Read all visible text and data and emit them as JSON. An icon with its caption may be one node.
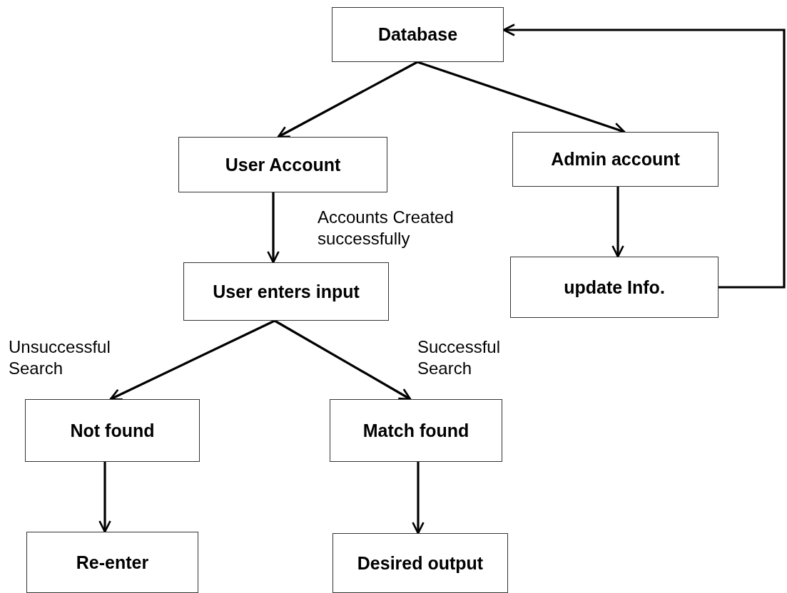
{
  "diagram": {
    "nodes": [
      {
        "text": [
          "Database"
        ]
      },
      {
        "text": [
          "User Account"
        ]
      },
      {
        "text": [
          "Admin account"
        ]
      },
      {
        "text": [
          "User enters input"
        ]
      },
      {
        "text": [
          "update Info."
        ]
      },
      {
        "text": [
          "Not found"
        ]
      },
      {
        "text": [
          "Match found"
        ]
      },
      {
        "text": [
          "Re-enter"
        ]
      },
      {
        "text": [
          "Desired output"
        ]
      }
    ],
    "edges": [
      {
        "from": 0,
        "to": 1,
        "arrow": "to"
      },
      {
        "from": 0,
        "to": 2,
        "arrow": "to"
      },
      {
        "from": 1,
        "to": 3,
        "arrow": "to",
        "label": "Accounts Created successfully"
      },
      {
        "from": 2,
        "to": 4,
        "arrow": "to"
      },
      {
        "from": 3,
        "to": 5,
        "arrow": "to",
        "label": "Unsuccessful Search"
      },
      {
        "from": 3,
        "to": 6,
        "arrow": "to",
        "label": "Successful Search"
      },
      {
        "from": 5,
        "to": 7,
        "arrow": "to"
      },
      {
        "from": 6,
        "to": 8,
        "arrow": "to"
      },
      {
        "from": 4,
        "to": 0,
        "arrow": "to"
      }
    ]
  }
}
